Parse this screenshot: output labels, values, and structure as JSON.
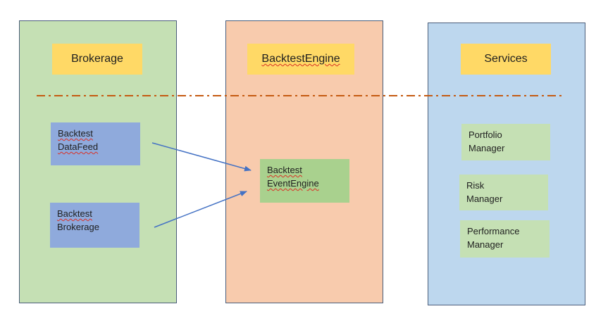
{
  "colors": {
    "brokerage_bg": "#c5e0b4",
    "engine_bg": "#f8cbad",
    "services_bg": "#bdd7ee",
    "title_bg": "#ffd966",
    "blue_node_bg": "#8faadc",
    "engine_node_bg": "#a9d18e",
    "service_node_bg": "#c5e0b4",
    "dash_line": "#c55a11",
    "arrow": "#4472c4"
  },
  "columns": {
    "brokerage": {
      "title": "Brokerage"
    },
    "engine": {
      "title": "BacktestEngine"
    },
    "services": {
      "title": "Services"
    }
  },
  "nodes": {
    "datafeed": {
      "line1": "Backtest",
      "line2": "DataFeed"
    },
    "brokerage": {
      "line1": "Backtest",
      "line2": "Brokerage"
    },
    "eventengine": {
      "line1": "Backtest",
      "line2": "EventEngine"
    },
    "portfolio": {
      "line1": "Portfolio",
      "line2": "Manager"
    },
    "risk": {
      "line1": "Risk",
      "line2": "Manager"
    },
    "performance": {
      "line1": "Performance",
      "line2": "Manager"
    }
  },
  "edges": [
    {
      "from": "datafeed",
      "to": "eventengine"
    },
    {
      "from": "brokerage",
      "to": "eventengine"
    }
  ]
}
